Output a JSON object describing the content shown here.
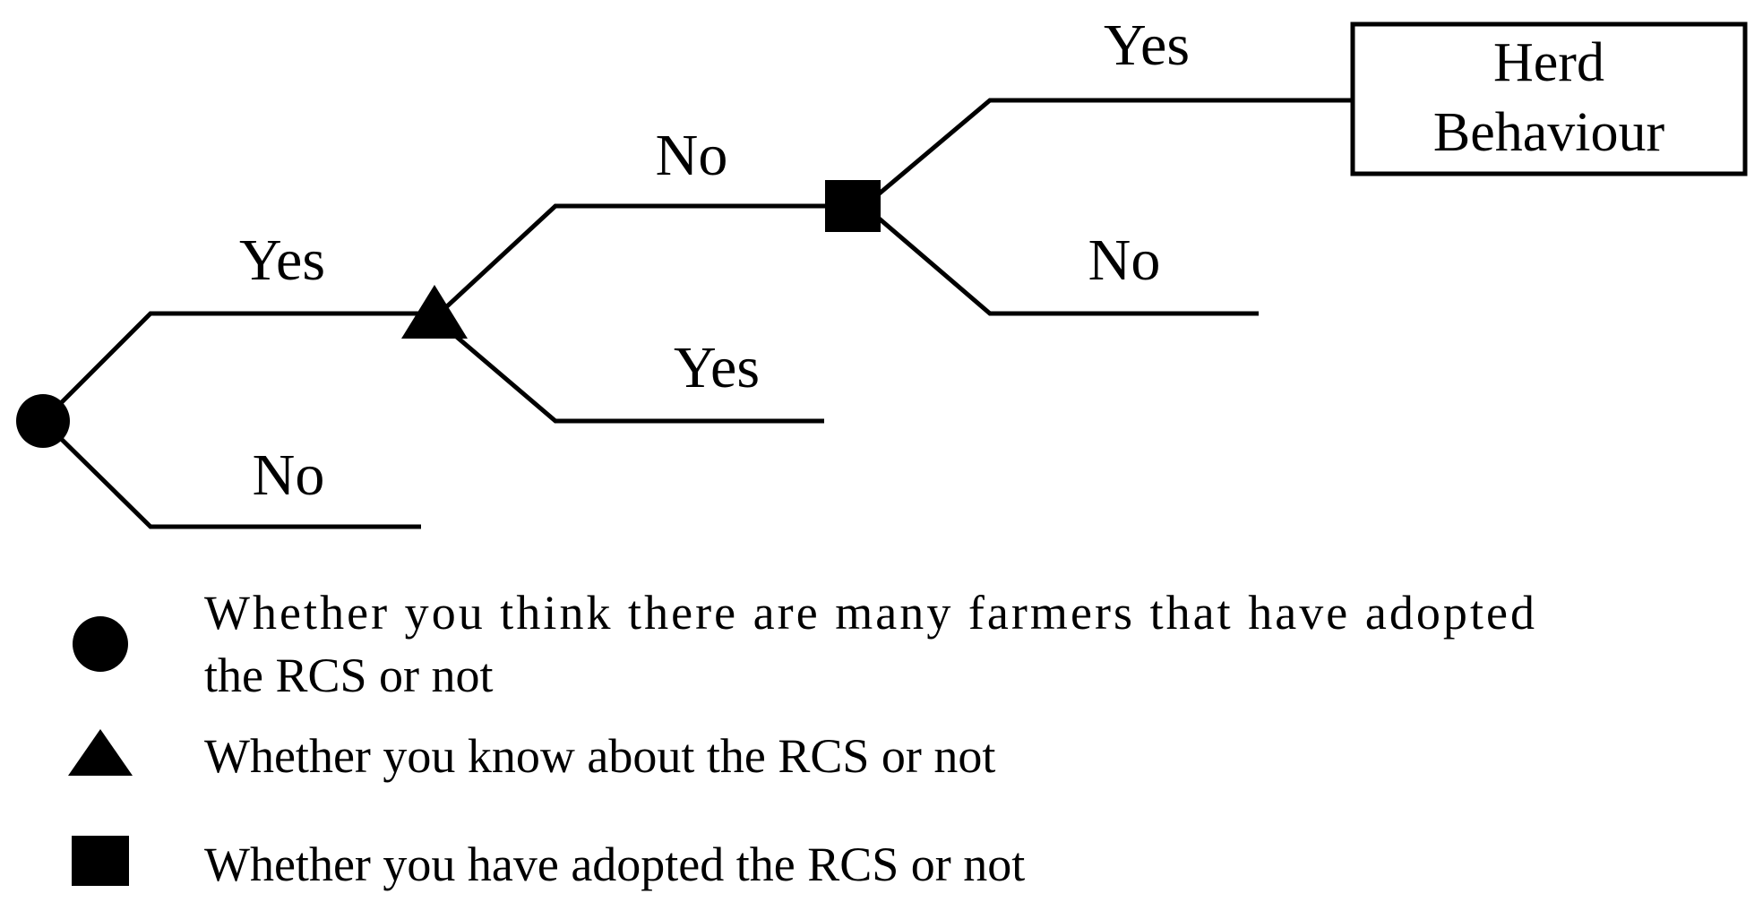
{
  "tree": {
    "root": {
      "symbol": "circle",
      "yes_label": "Yes",
      "no_label": "No"
    },
    "second": {
      "symbol": "triangle",
      "no_label": "No",
      "yes_label": "Yes"
    },
    "third": {
      "symbol": "square",
      "yes_label": "Yes",
      "no_label": "No"
    },
    "outcome": {
      "line1": "Herd",
      "line2": "Behaviour"
    }
  },
  "legend": {
    "circle": {
      "symbol": "circle",
      "line1": "Whether you think there are many farmers that have adopted",
      "line2": "the RCS or not"
    },
    "triangle": {
      "symbol": "triangle",
      "text": "Whether you know about the RCS or not"
    },
    "square": {
      "symbol": "square",
      "text": "Whether you have adopted the RCS or not"
    }
  },
  "colors": {
    "ink": "#000000",
    "background": "#ffffff"
  }
}
